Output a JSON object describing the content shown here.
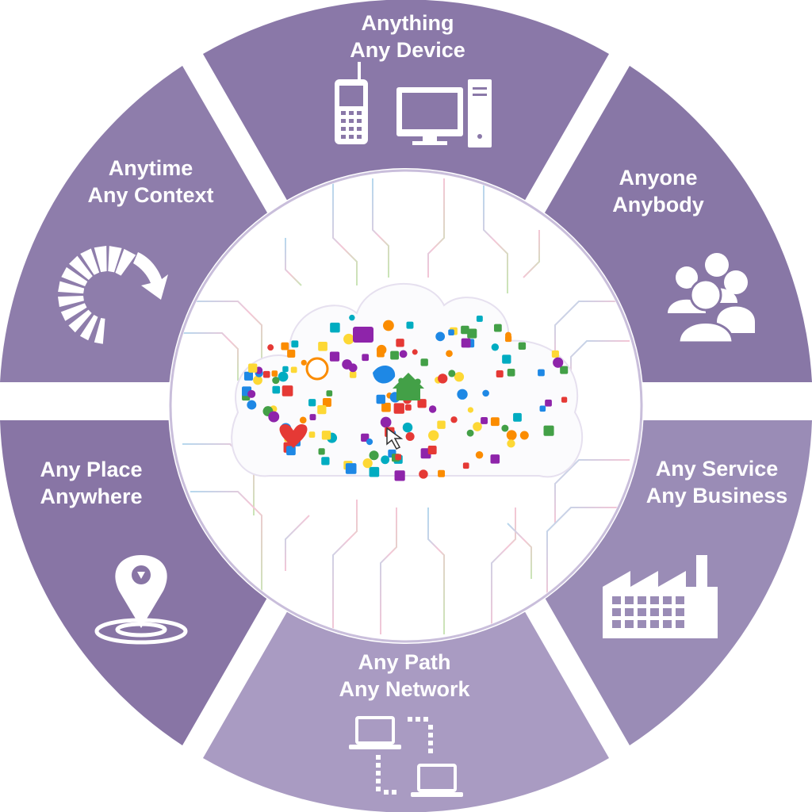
{
  "segments": [
    {
      "id": "top",
      "line1": "Anything",
      "line2": "Any Device",
      "icon": "phone-and-desktop-icon",
      "color": "#8a78a8"
    },
    {
      "id": "upper-right",
      "line1": "Anyone",
      "line2": "Anybody",
      "icon": "people-group-icon",
      "color": "#8877a6"
    },
    {
      "id": "lower-right",
      "line1": "Any Service",
      "line2": "Any Business",
      "icon": "factory-icon",
      "color": "#9a8cb6"
    },
    {
      "id": "bottom",
      "line1": "Any Path",
      "line2": "Any Network",
      "icon": "laptop-network-icon",
      "color": "#a99bc2"
    },
    {
      "id": "lower-left",
      "line1": "Any Place",
      "line2": "Anywhere",
      "icon": "location-pin-icon",
      "color": "#8875a5"
    },
    {
      "id": "upper-left",
      "line1": "Anytime",
      "line2": "Any Context",
      "icon": "refresh-cycle-icon",
      "color": "#8e7dab"
    }
  ],
  "center": {
    "icon": "cloud-of-app-icons",
    "accent_colors": [
      "#e53935",
      "#fb8c00",
      "#fdd835",
      "#43a047",
      "#1e88e5",
      "#8e24aa",
      "#00acc1"
    ]
  }
}
